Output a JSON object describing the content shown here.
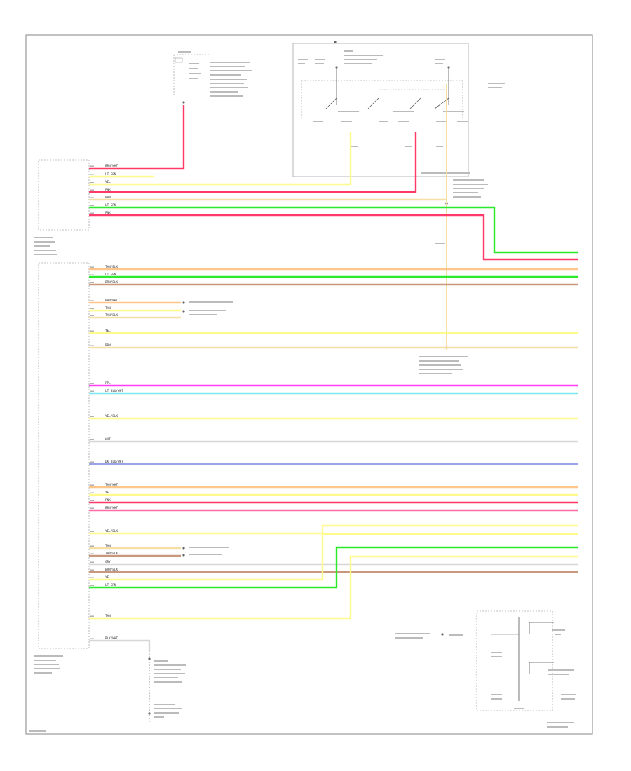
{
  "colors": {
    "border": "#9a9a9a",
    "red": "#ff3a68",
    "pink": "#ff6fa3",
    "yellow": "#fffa8c",
    "tan": "#f5dfa4",
    "green": "#2bea2b",
    "lightgreen": "#7dff9b",
    "brown": "#c9977b",
    "magenta": "#ff3df2",
    "cyan": "#7ae8ee",
    "blue": "#9aa2e8",
    "orange": "#ffc58a",
    "gray": "#bdbdbd",
    "white": "#d7d7d7"
  },
  "wires": [
    {
      "key": "w1",
      "color": "red",
      "label": "BRN/WHT"
    },
    {
      "key": "w2",
      "color": "yellow",
      "label": "LT GRN"
    },
    {
      "key": "w3",
      "color": "yellow",
      "label": "YEL"
    },
    {
      "key": "w4",
      "color": "red",
      "label": "PNK"
    },
    {
      "key": "w5",
      "color": "tan",
      "label": "BRN"
    },
    {
      "key": "w6",
      "color": "green",
      "label": "LT GRN"
    },
    {
      "key": "w7",
      "color": "red",
      "label": "PNK"
    },
    {
      "key": "w8",
      "color": "orange",
      "label": "TAN/BLK"
    },
    {
      "key": "w9",
      "color": "green",
      "label": "LT GRN"
    },
    {
      "key": "w10",
      "color": "brown",
      "label": "BRN/BLK"
    },
    {
      "key": "w11",
      "color": "orange",
      "label": "BRN/WHT"
    },
    {
      "key": "w12",
      "color": "yellow",
      "label": "TAN"
    },
    {
      "key": "w13",
      "color": "tan",
      "label": "TAN/BLK"
    },
    {
      "key": "w14",
      "color": "yellow",
      "label": "YEL"
    },
    {
      "key": "w15",
      "color": "tan",
      "label": "BRN"
    },
    {
      "key": "w16",
      "color": "magenta",
      "label": "PPL"
    },
    {
      "key": "w17",
      "color": "cyan",
      "label": "LT BLU/WHT"
    },
    {
      "key": "w18",
      "color": "yellow",
      "label": "YEL/BLK"
    },
    {
      "key": "w19",
      "color": "white",
      "label": "WHT"
    },
    {
      "key": "w20",
      "color": "blue",
      "label": "DK BLU/WHT"
    },
    {
      "key": "w21",
      "color": "orange",
      "label": "TAN/WHT"
    },
    {
      "key": "w22",
      "color": "yellow",
      "label": "YEL"
    },
    {
      "key": "w23",
      "color": "red",
      "label": "PNK"
    },
    {
      "key": "w24",
      "color": "pink",
      "label": "BRN/WHT"
    },
    {
      "key": "w25",
      "color": "yellow",
      "label": "YEL/BLK"
    },
    {
      "key": "w26",
      "color": "tan",
      "label": "TAN"
    },
    {
      "key": "w27",
      "color": "brown",
      "label": "TAN/BLK"
    },
    {
      "key": "w28",
      "color": "white",
      "label": "GRY"
    },
    {
      "key": "w29",
      "color": "brown",
      "label": "BRN/BLK"
    },
    {
      "key": "w30",
      "color": "yellow",
      "label": "YEL"
    },
    {
      "key": "w31",
      "color": "green",
      "label": "LT GRN"
    },
    {
      "key": "w32",
      "color": "yellow",
      "label": "TAN"
    },
    {
      "key": "w33",
      "color": "white",
      "label": "BLK/WHT"
    }
  ]
}
